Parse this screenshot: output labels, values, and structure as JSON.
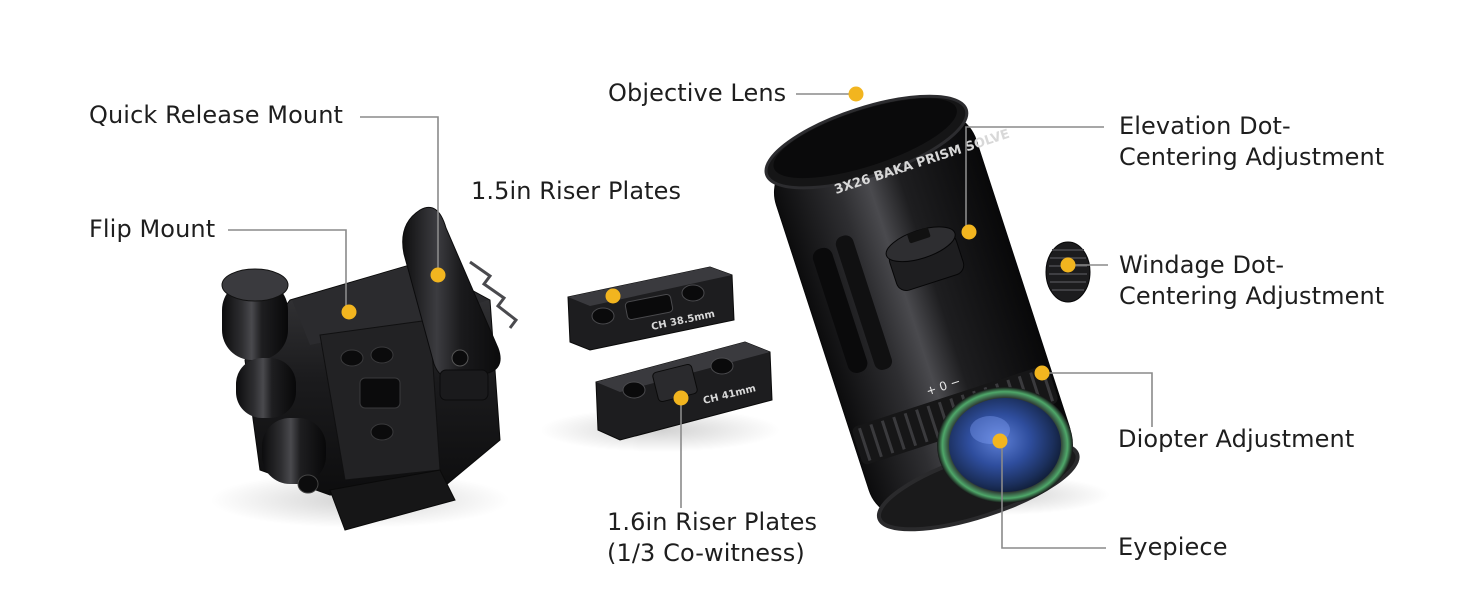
{
  "colors": {
    "background": "#ffffff",
    "callout_line": "#8a8a8a",
    "callout_dot": "#f2b51f",
    "label_text": "#1e1e1e",
    "metal": "#1c1c1e"
  },
  "labels": {
    "quick_release_mount": "Quick Release Mount",
    "flip_mount": "Flip Mount",
    "riser_15": "1.5in Riser Plates",
    "riser_16_line1": "1.6in Riser Plates",
    "riser_16_line2": "(1/3 Co-witness)",
    "objective_lens": "Objective Lens",
    "elevation_line1": "Elevation Dot-",
    "elevation_line2": "Centering Adjustment",
    "windage_line1": "Windage Dot-",
    "windage_line2": "Centering Adjustment",
    "diopter": "Diopter Adjustment",
    "eyepiece": "Eyepiece"
  },
  "product_markings": {
    "plate_top": "CH 38.5mm",
    "plate_bottom": "CH 41mm",
    "magnifier_barrel": "3X26 BAKA PRISM SOLVE",
    "diopter_scale": "+ 0 −"
  }
}
